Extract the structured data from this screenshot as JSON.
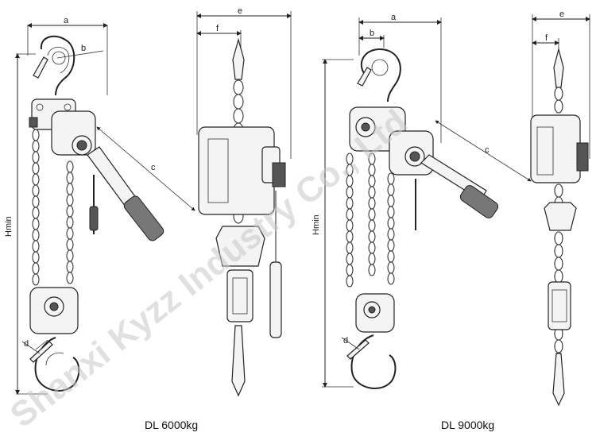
{
  "watermark": "Shanxi Kyzz Industry Co., Ltd",
  "left_drawing": {
    "caption": "DL 6000kg",
    "dims": {
      "a": "a",
      "b": "b",
      "c": "c",
      "d": "d",
      "e": "e",
      "f": "f",
      "hmin": "Hmin"
    }
  },
  "right_drawing": {
    "caption": "DL 9000kg",
    "dims": {
      "a": "a",
      "b": "b",
      "c": "c",
      "d": "d",
      "e": "e",
      "f": "f",
      "hmin": "Hmin"
    }
  },
  "colors": {
    "line": "#222222",
    "watermark": "#c8c8c8",
    "background": "#ffffff"
  }
}
